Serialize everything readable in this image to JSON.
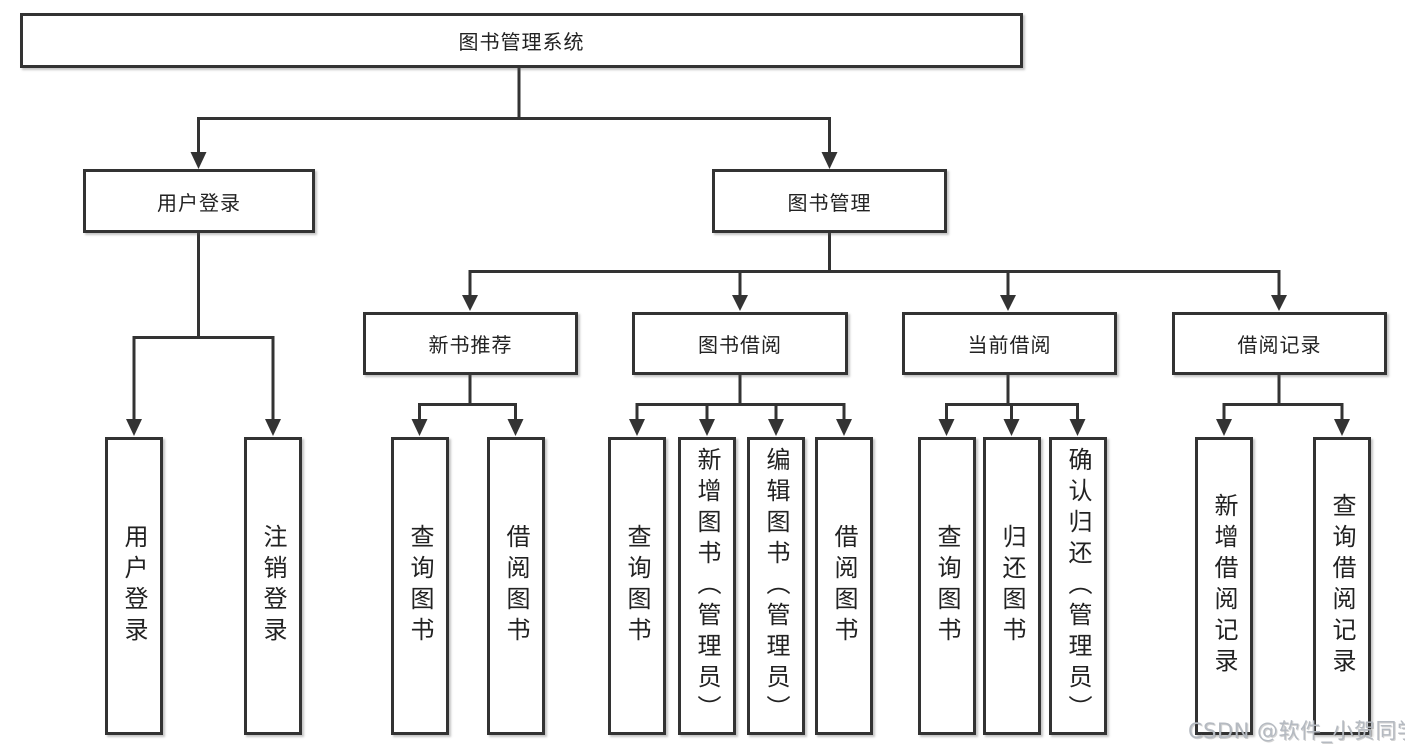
{
  "diagram": {
    "title": "图书管理系统",
    "branches": {
      "user_login": {
        "label": "用户登录",
        "children": [
          {
            "label": "用户登录"
          },
          {
            "label": "注销登录"
          }
        ]
      },
      "book_management": {
        "label": "图书管理",
        "sections": [
          {
            "label": "新书推荐",
            "children": [
              {
                "label": "查询图书"
              },
              {
                "label": "借阅图书"
              }
            ]
          },
          {
            "label": "图书借阅",
            "children": [
              {
                "label": "查询图书"
              },
              {
                "label": "新增图书（管理员）"
              },
              {
                "label": "编辑图书（管理员）"
              },
              {
                "label": "借阅图书"
              }
            ]
          },
          {
            "label": "当前借阅",
            "children": [
              {
                "label": "查询图书"
              },
              {
                "label": "归还图书"
              },
              {
                "label": "确认归还（管理员）"
              }
            ]
          },
          {
            "label": "借阅记录",
            "children": [
              {
                "label": "新增借阅记录"
              },
              {
                "label": "查询借阅记录"
              }
            ]
          }
        ]
      }
    }
  },
  "watermark": {
    "text": "CSDN @软件_小贺同学"
  },
  "colors": {
    "line": "#333333",
    "border": "#333333",
    "text": "#222222",
    "background": "#ffffff",
    "watermark": "#b5bac1"
  }
}
